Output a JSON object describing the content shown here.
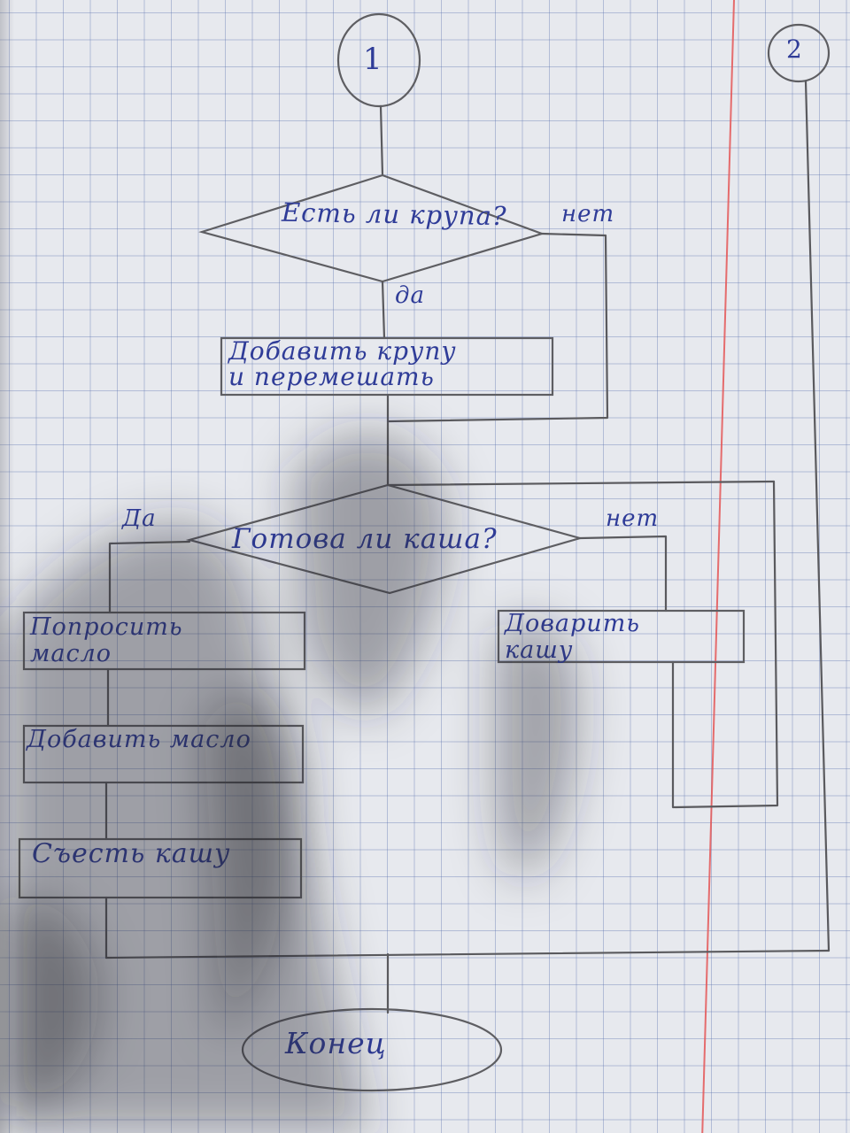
{
  "connectors": {
    "start": "1",
    "second": "2"
  },
  "decisions": [
    {
      "question": "Есть ли крупа?",
      "yes": "да",
      "no": "нет"
    },
    {
      "question": "Готова ли каша?",
      "yes": "Да",
      "no": "нет"
    }
  ],
  "processes": {
    "add_grain": "Добавить крупу\nи перемешать",
    "ask_butter": "Попросить\nмасло",
    "cook": "Доварить\nкашу",
    "add_butter": "Добавить масло",
    "eat": "Съесть кашу"
  },
  "terminal": {
    "end": "Конец"
  },
  "colors": {
    "ink": "#2f3c98",
    "pencil": "#5a5a5e",
    "margin": "#e45656",
    "paper": "#e7e9ee"
  }
}
